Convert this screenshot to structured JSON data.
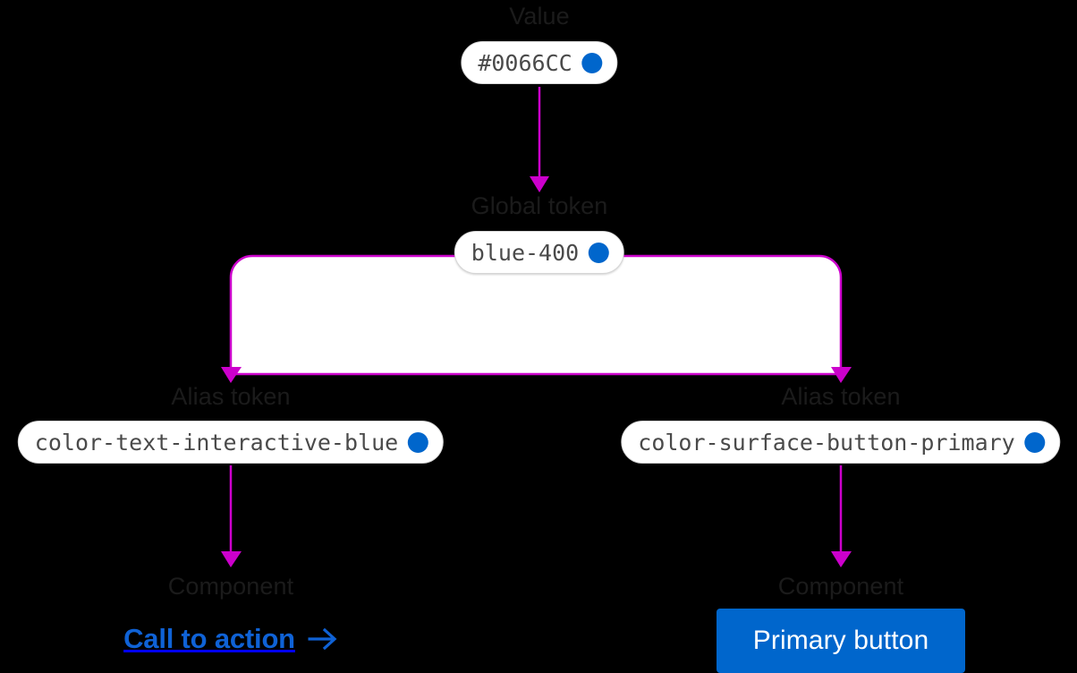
{
  "theme": {
    "background": "#000000",
    "connector_color": "#CC00CC",
    "branch_fill": "#FFFFFF",
    "label_color": "#1B1B1B",
    "pill_background": "#FFFFFF",
    "pill_border": "#D6D6D6",
    "pill_text_color": "#4A4A4A",
    "swatch_color": "#0066CC",
    "cta_color": "#0F62D6",
    "button_background": "#0066CC",
    "button_text_color": "#FFFFFF"
  },
  "levels": {
    "value": {
      "label": "Value",
      "pill": {
        "text": "#0066CC",
        "swatch": "#0066CC"
      }
    },
    "global_token": {
      "label": "Global token",
      "pill": {
        "text": "blue-400",
        "swatch": "#0066CC"
      }
    },
    "alias_tokens": [
      {
        "label": "Alias token",
        "pill": {
          "text": "color-text-interactive-blue",
          "swatch": "#0066CC"
        }
      },
      {
        "label": "Alias token",
        "pill": {
          "text": "color-surface-button-primary",
          "swatch": "#0066CC"
        }
      }
    ],
    "components": [
      {
        "label": "Component",
        "type": "link",
        "text": "Call to action",
        "icon": "arrow-right-icon",
        "color": "#0F62D6"
      },
      {
        "label": "Component",
        "type": "button",
        "text": "Primary button",
        "background": "#0066CC",
        "color": "#FFFFFF"
      }
    ]
  }
}
